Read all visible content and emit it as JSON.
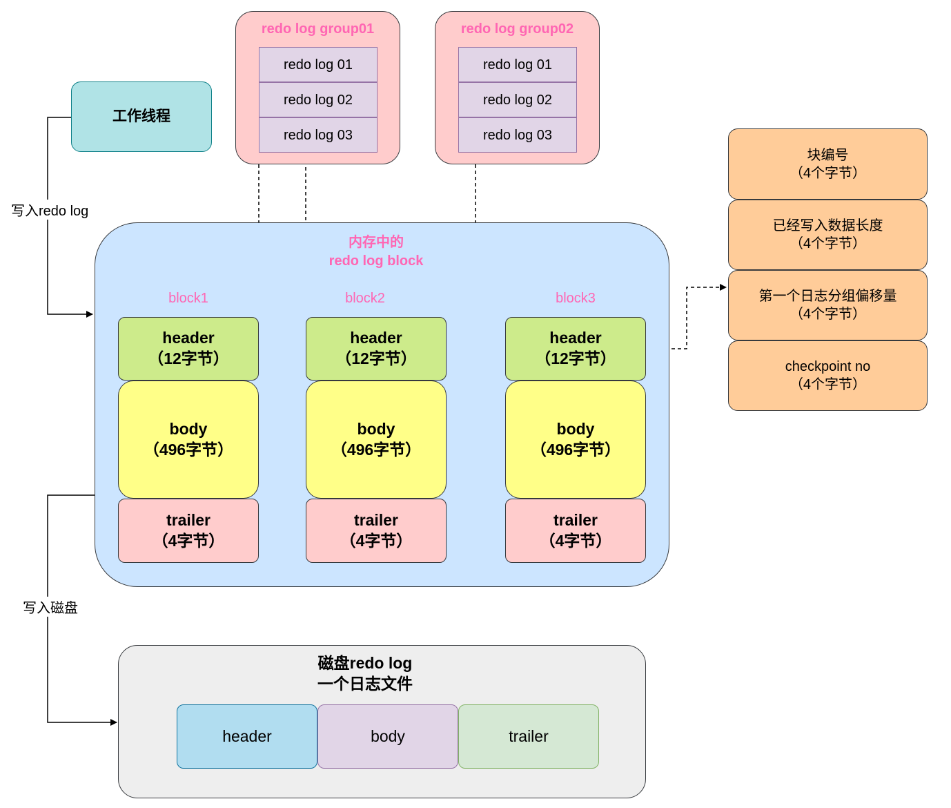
{
  "worker": {
    "label": "工作线程"
  },
  "groups": [
    {
      "title": "redo log group01",
      "logs": [
        "redo log 01",
        "redo log 02",
        "redo log 03"
      ]
    },
    {
      "title": "redo log group02",
      "logs": [
        "redo log 01",
        "redo log 02",
        "redo log 03"
      ]
    }
  ],
  "memory": {
    "title_line1": "内存中的",
    "title_line2": "redo log block",
    "blocks": [
      {
        "name": "block1",
        "header": "header",
        "header_size": "（12字节）",
        "body": "body",
        "body_size": "（496字节）",
        "trailer": "trailer",
        "trailer_size": "（4字节）"
      },
      {
        "name": "block2",
        "header": "header",
        "header_size": "（12字节）",
        "body": "body",
        "body_size": "（496字节）",
        "trailer": "trailer",
        "trailer_size": "（4字节）"
      },
      {
        "name": "block3",
        "header": "header",
        "header_size": "（12字节）",
        "body": "body",
        "body_size": "（496字节）",
        "trailer": "trailer",
        "trailer_size": "（4字节）"
      }
    ]
  },
  "header_fields": [
    {
      "name": "块编号",
      "size": "（4个字节）"
    },
    {
      "name": "已经写入数据长度",
      "size": "（4个字节）"
    },
    {
      "name": "第一个日志分组偏移量",
      "size": "（4个字节）"
    },
    {
      "name": "checkpoint no",
      "size": "（4个字节）"
    }
  ],
  "disk": {
    "title_line1": "磁盘redo log",
    "title_line2": "一个日志文件",
    "parts": [
      "header",
      "body",
      "trailer"
    ]
  },
  "edges": {
    "write_redo_log": "写入redo log",
    "write_disk": "写入磁盘"
  },
  "colors": {
    "worker": "#b0e3e6",
    "worker_border": "#0e8088",
    "group": "#ffcccc",
    "log": "#e1d5e7",
    "log_border": "#9673a6",
    "memory": "#cce5ff",
    "memory_border": "#36393d",
    "header": "#cdeb8b",
    "body": "#ffff88",
    "trailer": "#ffcccc",
    "field": "#ffcc99",
    "disk": "#eeeeee",
    "disk_header": "#b1ddf0",
    "disk_body": "#e1d5e7",
    "disk_trailer": "#d5e8d4",
    "accent": "#ff66b3"
  }
}
